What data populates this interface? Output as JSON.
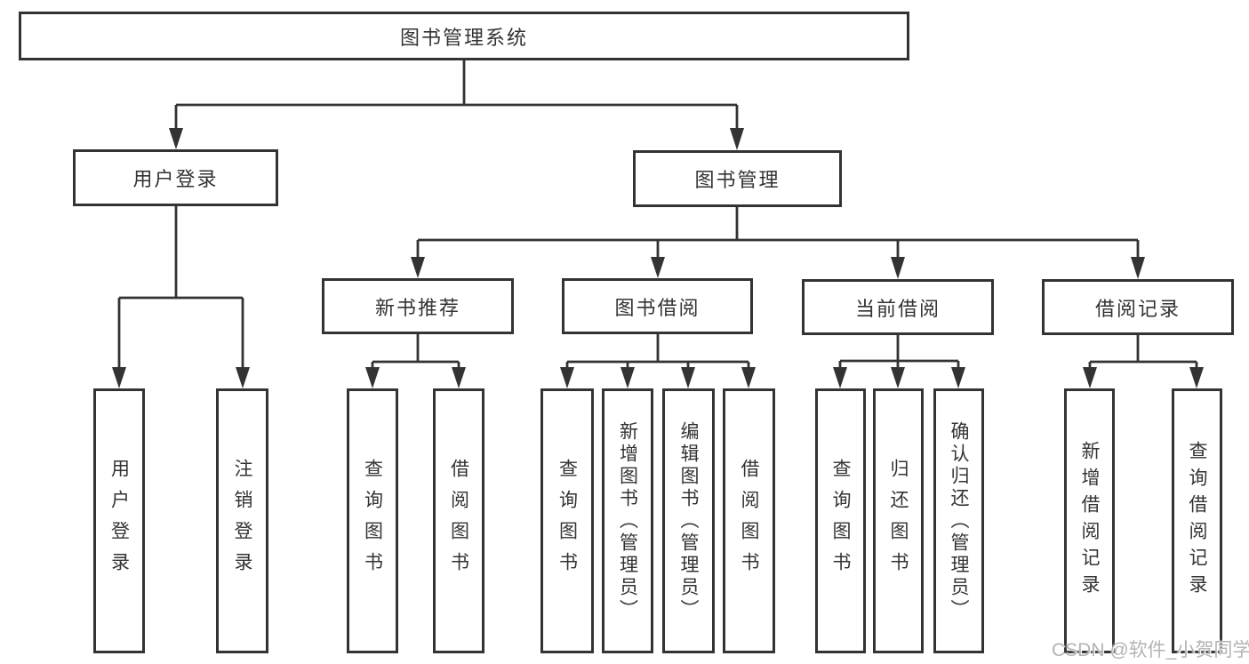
{
  "diagram_title": "图书管理系统",
  "nodes": {
    "root": {
      "label": "图书管理系统"
    },
    "user_login": {
      "label": "用户登录"
    },
    "book_mgmt": {
      "label": "图书管理"
    },
    "new_book_rec": {
      "label": "新书推荐"
    },
    "book_borrow": {
      "label": "图书借阅"
    },
    "current_borrow": {
      "label": "当前借阅"
    },
    "borrow_records": {
      "label": "借阅记录"
    },
    "leaf_user_login": {
      "label": "用户登录"
    },
    "leaf_logout": {
      "label": "注销登录"
    },
    "leaf_rec_query_books": {
      "label": "查询图书"
    },
    "leaf_rec_borrow_books": {
      "label": "借阅图书"
    },
    "leaf_bb_query_books": {
      "label": "查询图书"
    },
    "leaf_bb_add_books": {
      "label": "新增图书（管理员）"
    },
    "leaf_bb_edit_books": {
      "label": "编辑图书（管理员）"
    },
    "leaf_bb_borrow_books": {
      "label": "借阅图书"
    },
    "leaf_cb_query_books": {
      "label": "查询图书"
    },
    "leaf_cb_return_books": {
      "label": "归还图书"
    },
    "leaf_cb_confirm_return": {
      "label": "确认归还（管理员）"
    },
    "leaf_br_add_record": {
      "label": "新增借阅记录"
    },
    "leaf_br_query_record": {
      "label": "查询借阅记录"
    }
  },
  "hierarchy": {
    "root": "图书管理系统",
    "children": [
      {
        "label": "用户登录",
        "children": [
          "用户登录",
          "注销登录"
        ]
      },
      {
        "label": "图书管理",
        "children": [
          {
            "label": "新书推荐",
            "children": [
              "查询图书",
              "借阅图书"
            ]
          },
          {
            "label": "图书借阅",
            "children": [
              "查询图书",
              "新增图书（管理员）",
              "编辑图书（管理员）",
              "借阅图书"
            ]
          },
          {
            "label": "当前借阅",
            "children": [
              "查询图书",
              "归还图书",
              "确认归还（管理员）"
            ]
          },
          {
            "label": "借阅记录",
            "children": [
              "新增借阅记录",
              "查询借阅记录"
            ]
          }
        ]
      }
    ]
  },
  "watermark": {
    "text": "CSDN @软件_小贺同学"
  },
  "colors": {
    "background": "#ffffff",
    "line": "#333333",
    "box_border": "#333333",
    "text": "#333333",
    "watermark": "#b3b3b3"
  }
}
